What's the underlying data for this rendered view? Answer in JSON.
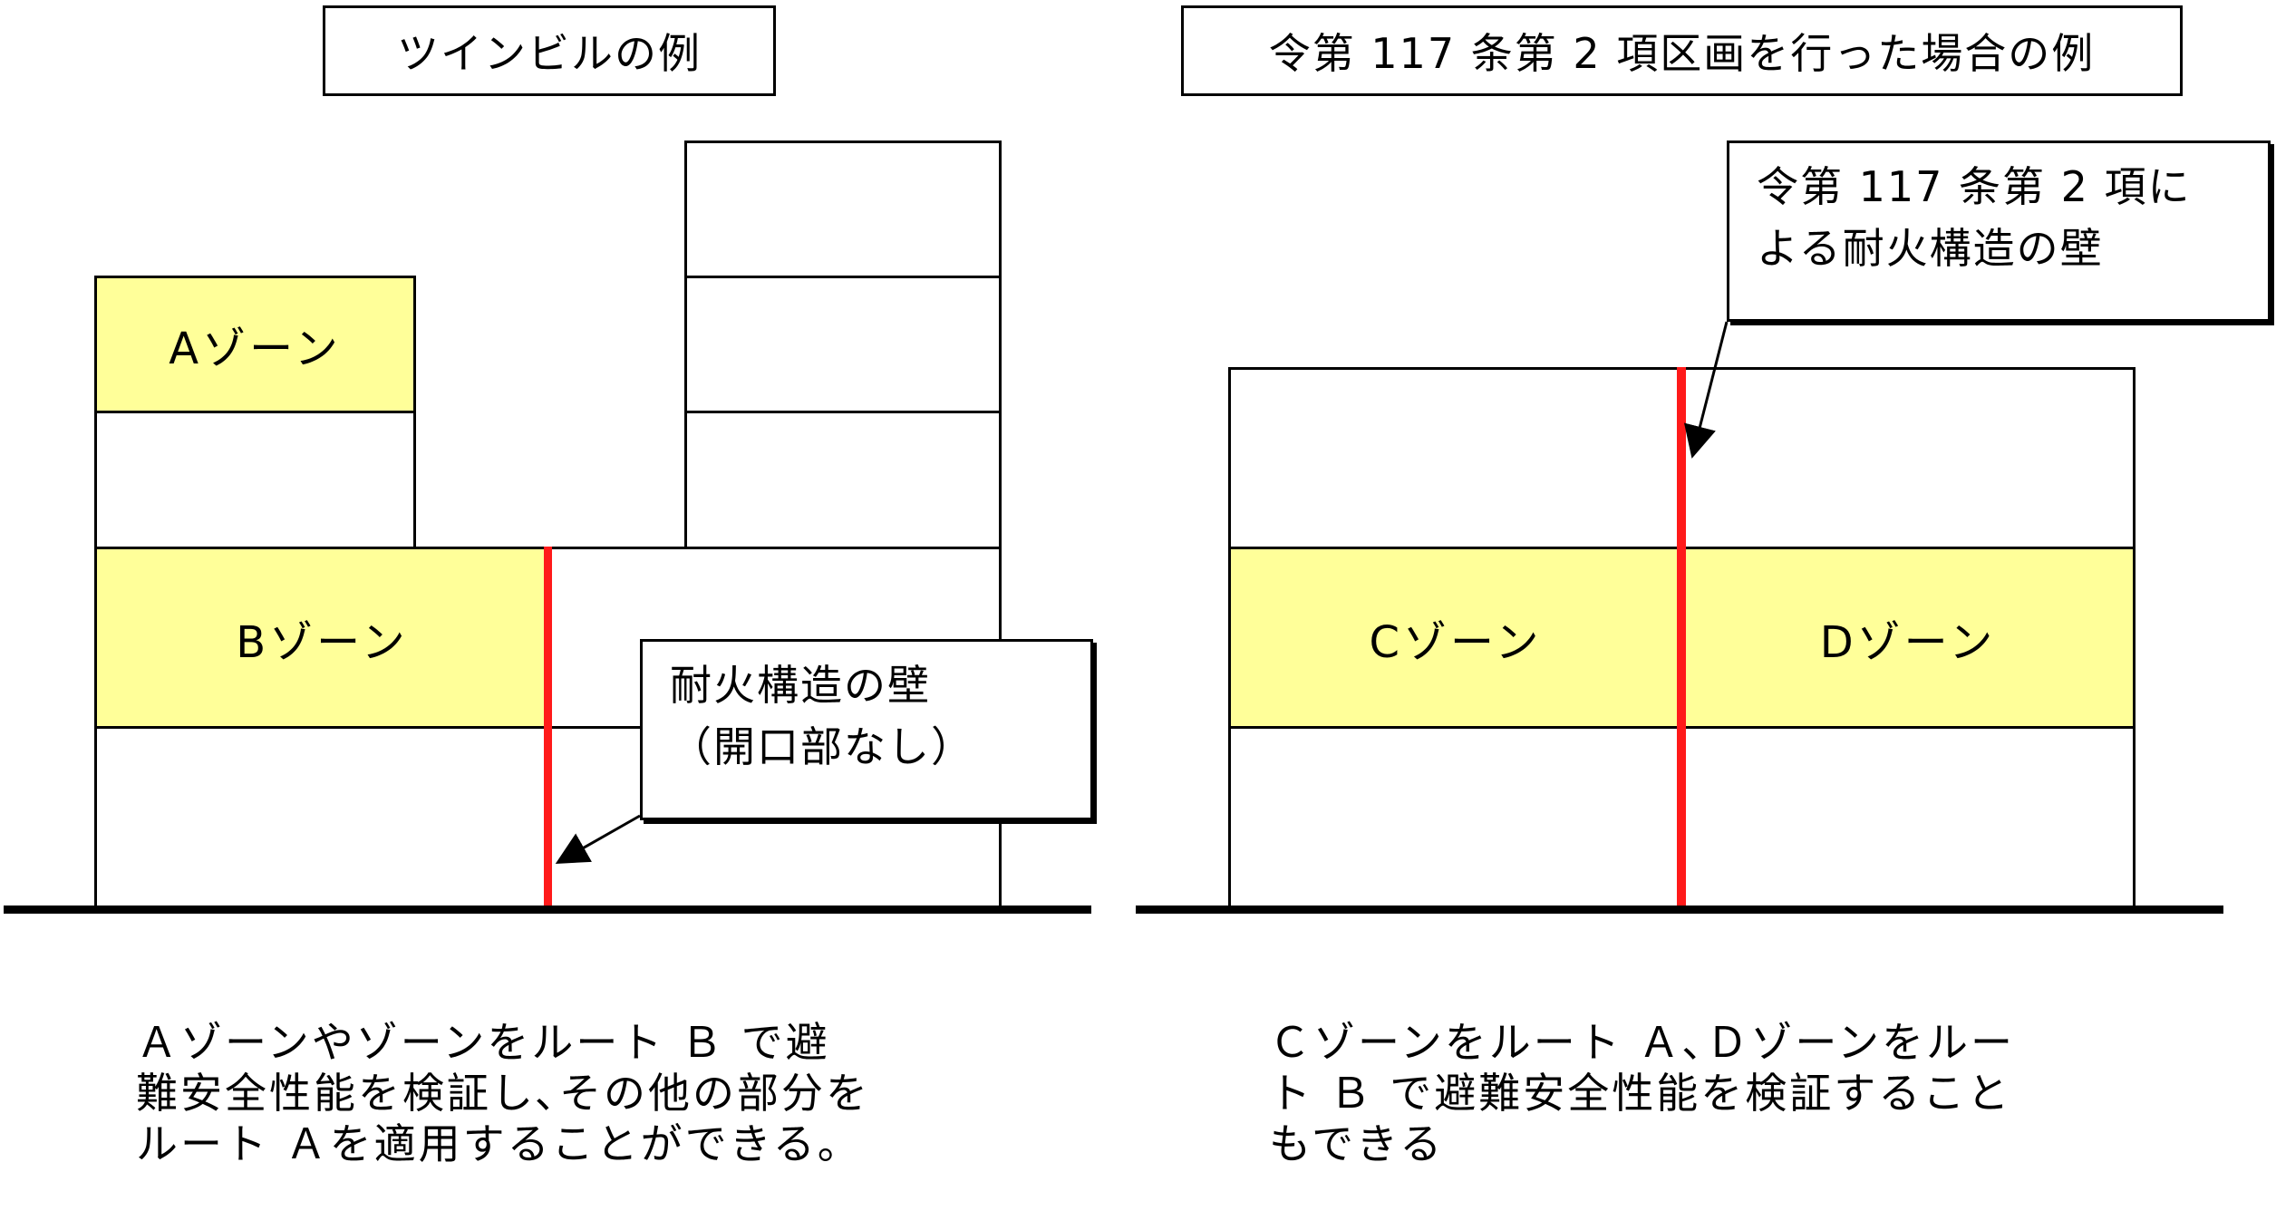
{
  "left": {
    "title": "ツインビルの例",
    "zone_a": "Aゾーン",
    "zone_b": "Bゾーン",
    "callout": "耐火構造の壁\n（開口部なし）",
    "caption": "Ａゾーンやゾーンをルート Ｂ で避\n難安全性能を検証し､その他の部分を\nルート Ａを適用することができる。"
  },
  "right": {
    "title": "令第 117 条第 2 項区画を行った場合の例",
    "zone_c": "Cゾーン",
    "zone_d": "Dゾーン",
    "callout": "令第 117 条第 2 項に\nよる耐火構造の壁",
    "caption": "Ｃゾーンをルート Ａ､Ｄゾーンをルー\nト Ｂ で避難安全性能を検証すること\nもできる"
  },
  "colors": {
    "zone": "#ffff99",
    "wall": "#ff1a1a",
    "line": "#000000"
  }
}
